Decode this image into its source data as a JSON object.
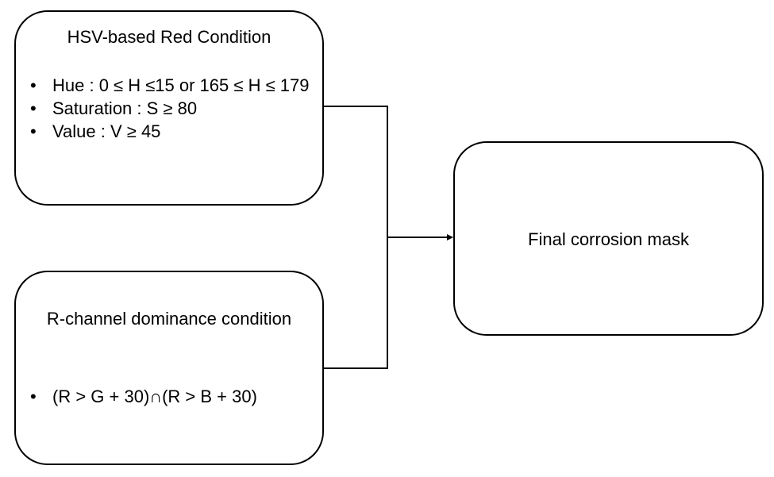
{
  "hsv_condition": {
    "title": "HSV-based Red Condition",
    "bullets": [
      {
        "text": "Hue : 0 ≤ H ≤15 or 165 ≤ H ≤ 179"
      },
      {
        "text": "Saturation : S ≥ 80"
      },
      {
        "text": "Value : V ≥ 45"
      }
    ]
  },
  "r_channel_condition": {
    "title": "R-channel dominance condition",
    "bullets": [
      {
        "text": "(R > G + 30)∩(R > B + 30)"
      }
    ]
  },
  "output": {
    "title": "Final corrosion mask"
  },
  "bullet_glyph": "•"
}
